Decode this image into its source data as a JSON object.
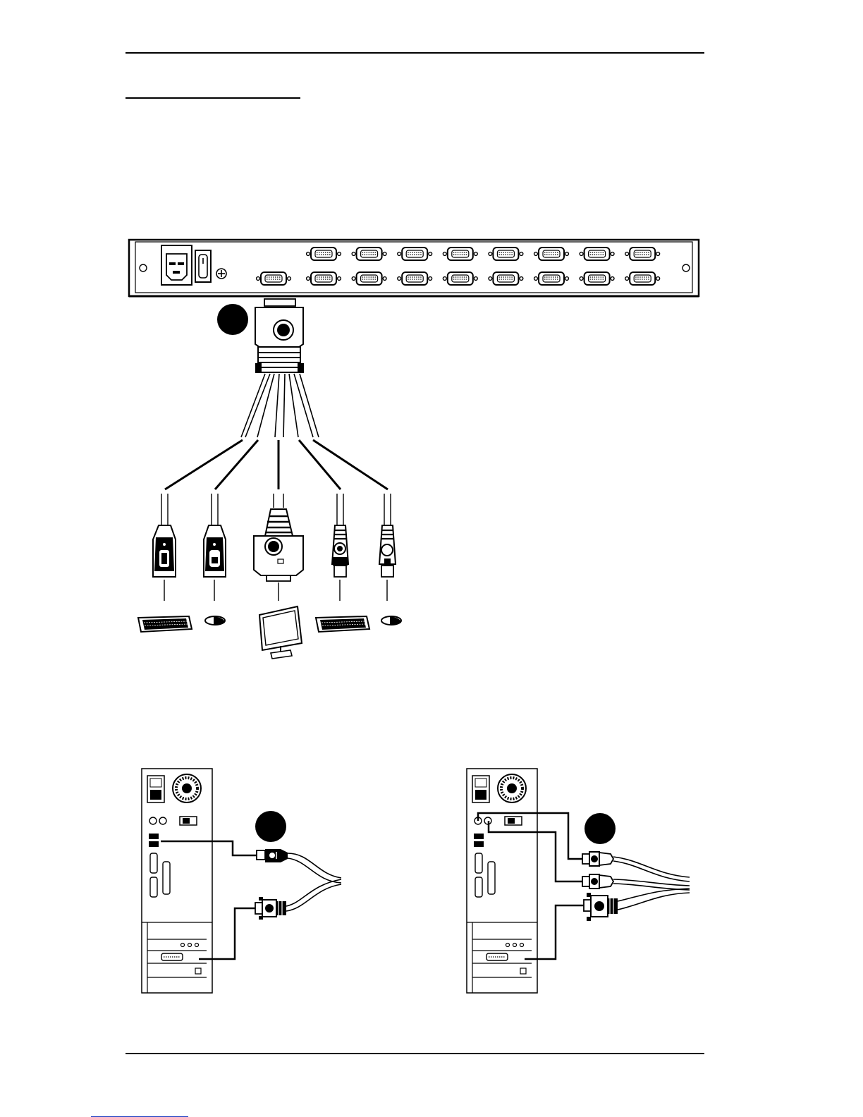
{
  "diagram": {
    "callouts": [
      "",
      "",
      ""
    ],
    "switch_ports": {
      "rows": 2,
      "columns": 8
    },
    "kvm_cable_connectors": [
      "keyboard-usb",
      "mouse-usb",
      "vga-monitor",
      "keyboard-ps2",
      "mouse-ps2"
    ],
    "computers": [
      {
        "interface": "usb",
        "connectors": [
          "usb-plug",
          "vga-plug"
        ]
      },
      {
        "interface": "ps2",
        "connectors": [
          "ps2-keyboard-plug",
          "ps2-mouse-plug",
          "vga-plug"
        ]
      }
    ]
  }
}
